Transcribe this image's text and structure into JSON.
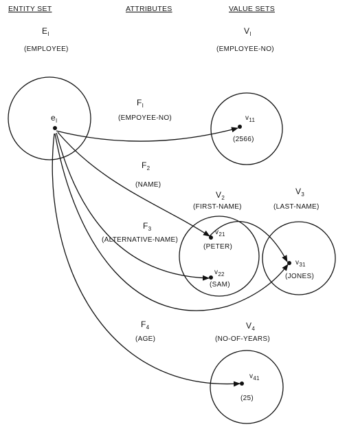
{
  "headers": {
    "entity_set": "ENTITY SET",
    "attributes": "ATTRIBUTES",
    "value_sets": "VALUE SETS"
  },
  "entity": {
    "symbol": "E",
    "subscript": "I",
    "name": "(EMPLOYEE)",
    "element": {
      "symbol": "e",
      "subscript": "I"
    }
  },
  "value_set_header": {
    "symbol": "V",
    "subscript": "I",
    "name": "(EMPLOYEE-NO)"
  },
  "attributes": [
    {
      "symbol": "F",
      "subscript": "I",
      "name": "(EMPOYEE-NO)"
    },
    {
      "symbol": "F",
      "subscript": "2",
      "name": "(NAME)"
    },
    {
      "symbol": "F",
      "subscript": "3",
      "name": "(ALTERNATIVE-NAME)"
    },
    {
      "symbol": "F",
      "subscript": "4",
      "name": "(AGE)"
    }
  ],
  "value_sets": [
    {
      "symbol": "V",
      "subscript": "2",
      "name": "(FIRST-NAME)"
    },
    {
      "symbol": "V",
      "subscript": "3",
      "name": "(LAST-NAME)"
    },
    {
      "symbol": "V",
      "subscript": "4",
      "name": "(NO-OF-YEARS)"
    }
  ],
  "values": [
    {
      "symbol": "v",
      "subscript": "11",
      "value": "(2566)"
    },
    {
      "symbol": "v",
      "subscript": "21",
      "value": "(PETER)"
    },
    {
      "symbol": "v",
      "subscript": "22",
      "value": "(SAM)"
    },
    {
      "symbol": "v",
      "subscript": "31",
      "value": "(JONES)"
    },
    {
      "symbol": "v",
      "subscript": "41",
      "value": "(25)"
    }
  ]
}
